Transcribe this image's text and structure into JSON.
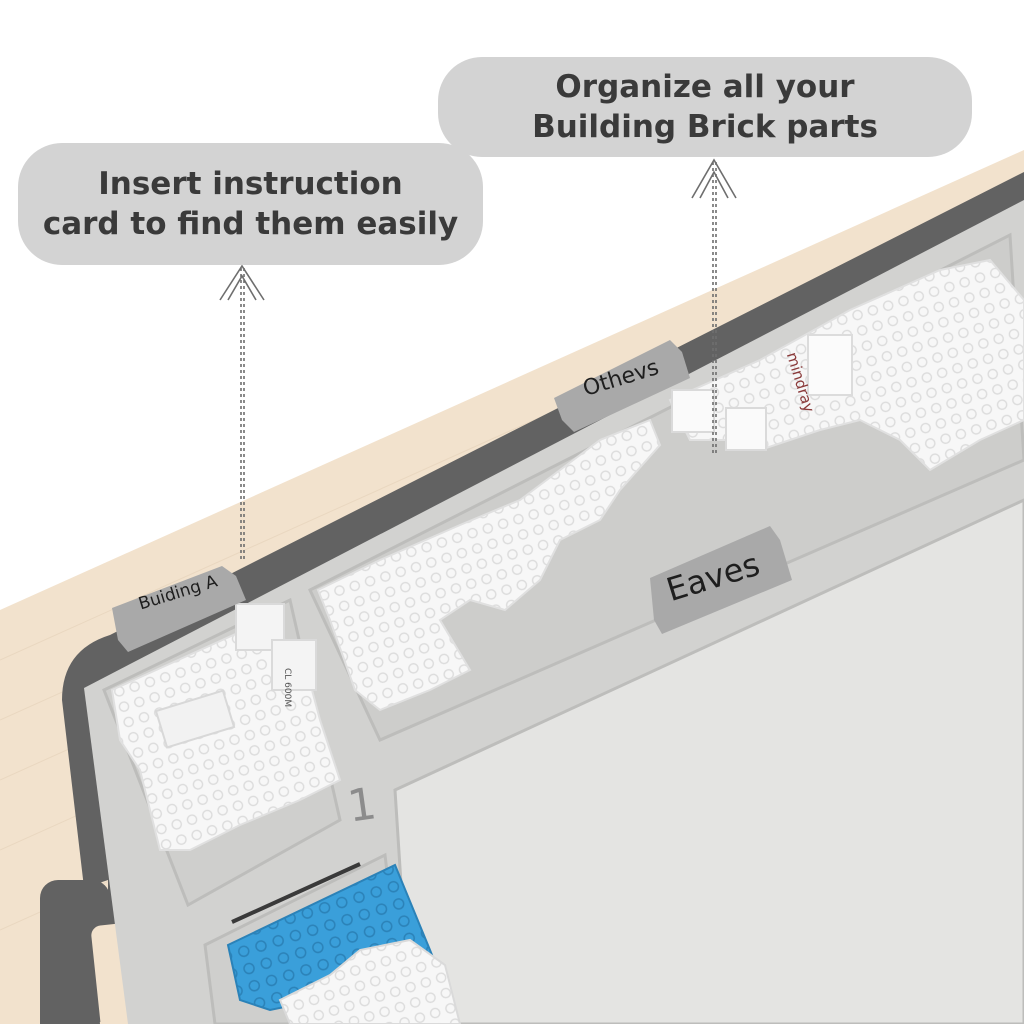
{
  "callouts": {
    "instruction": "Insert instruction\ncard to find them easily",
    "organize": "Organize all your\nBuilding Brick parts"
  },
  "tabs": {
    "building_a": "Buiding A",
    "others": "Othevs",
    "eaves": "Eaves"
  },
  "labels": {
    "brand": "mindray",
    "code": "CL 600M",
    "compartment_number": "1"
  },
  "colors": {
    "callout_bg": "#d3d3d3",
    "tray_gray": "#d2d2d0",
    "tray_border": "#626262",
    "wood": "#f2e2cd",
    "brick_white": "#f7f7f7",
    "brick_blue": "#3a9fda"
  }
}
